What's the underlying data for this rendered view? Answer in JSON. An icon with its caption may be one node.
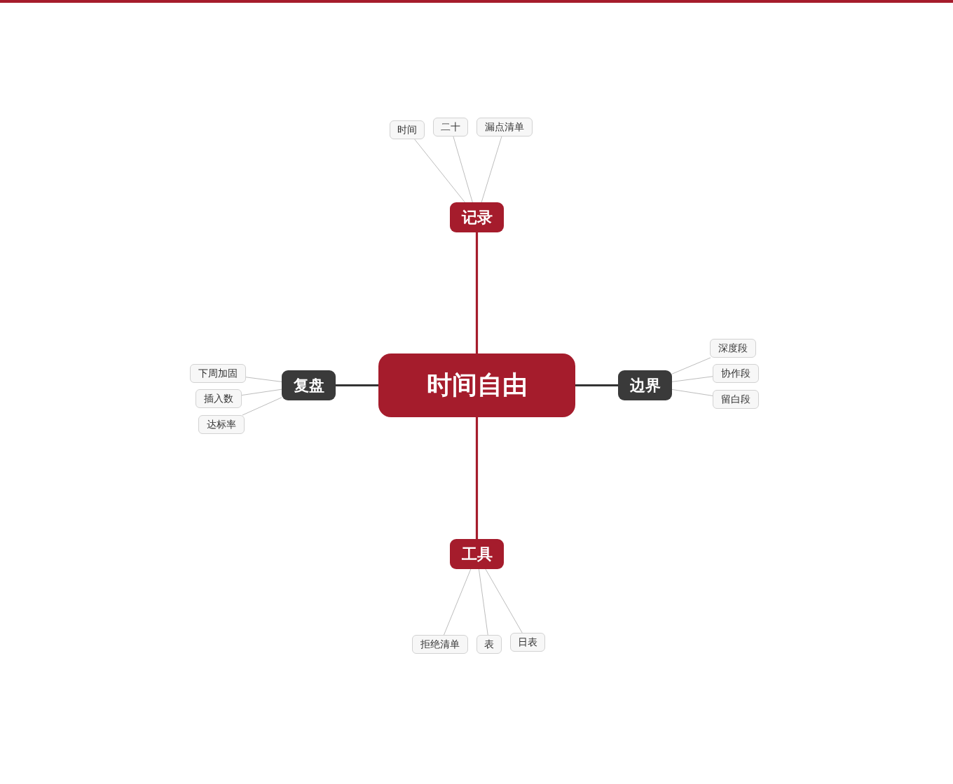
{
  "diagram": {
    "nodes": [
      {
        "text": [
          "时间自由"
        ]
      },
      {
        "text": [
          "记录"
        ]
      },
      {
        "text": [
          "时间"
        ]
      },
      {
        "text": [
          "二十"
        ]
      },
      {
        "text": [
          "漏点清单"
        ]
      },
      {
        "text": [
          "复盘"
        ]
      },
      {
        "text": [
          "下周加固"
        ]
      },
      {
        "text": [
          "插入数"
        ]
      },
      {
        "text": [
          "达标率"
        ]
      },
      {
        "text": [
          "边界"
        ]
      },
      {
        "text": [
          "深度段"
        ]
      },
      {
        "text": [
          "协作段"
        ]
      },
      {
        "text": [
          "留白段"
        ]
      },
      {
        "text": [
          "工具"
        ]
      },
      {
        "text": [
          "拒绝清单"
        ]
      },
      {
        "text": [
          "表"
        ]
      },
      {
        "text": [
          "日表"
        ]
      }
    ],
    "edges": [
      {
        "from": 0,
        "to": 1,
        "arrow": "none",
        "style": "thick",
        "color": "#a51c2c"
      },
      {
        "from": 1,
        "to": 2,
        "arrow": "none"
      },
      {
        "from": 1,
        "to": 3,
        "arrow": "none"
      },
      {
        "from": 1,
        "to": 4,
        "arrow": "none"
      },
      {
        "from": 0,
        "to": 5,
        "arrow": "none",
        "style": "thick",
        "color": "#333333"
      },
      {
        "from": 5,
        "to": 6,
        "arrow": "none"
      },
      {
        "from": 5,
        "to": 7,
        "arrow": "none"
      },
      {
        "from": 5,
        "to": 8,
        "arrow": "none"
      },
      {
        "from": 0,
        "to": 9,
        "arrow": "none",
        "style": "thick",
        "color": "#333333"
      },
      {
        "from": 9,
        "to": 10,
        "arrow": "none"
      },
      {
        "from": 9,
        "to": 11,
        "arrow": "none"
      },
      {
        "from": 9,
        "to": 12,
        "arrow": "none"
      },
      {
        "from": 0,
        "to": 13,
        "arrow": "none",
        "style": "thick",
        "color": "#a51c2c"
      },
      {
        "from": 13,
        "to": 14,
        "arrow": "none"
      },
      {
        "from": 13,
        "to": 15,
        "arrow": "none"
      },
      {
        "from": 13,
        "to": 16,
        "arrow": "none"
      }
    ]
  }
}
